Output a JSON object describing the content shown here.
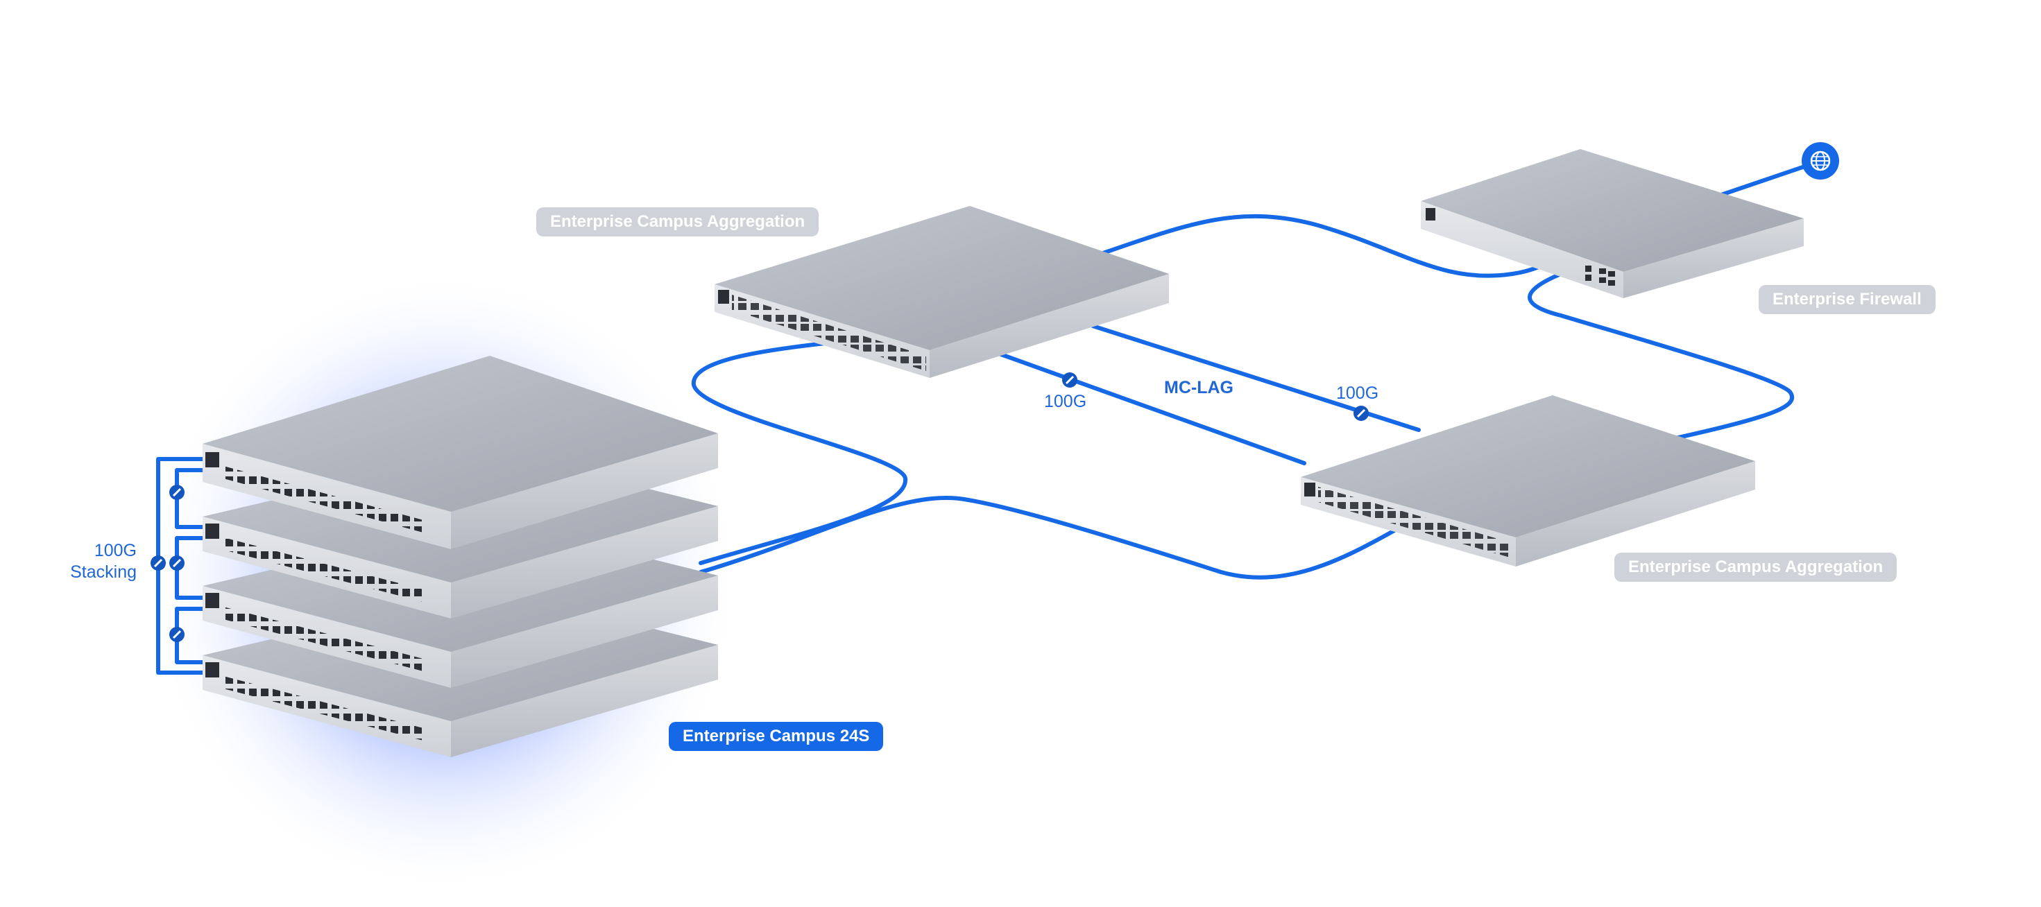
{
  "nodes": {
    "agg_top": {
      "label": "Enterprise Campus Aggregation"
    },
    "agg_bottom": {
      "label": "Enterprise Campus Aggregation"
    },
    "firewall": {
      "label": "Enterprise Firewall"
    },
    "campus_24s": {
      "label": "Enterprise Campus 24S"
    }
  },
  "links": {
    "left_speed": "100G",
    "right_speed": "100G",
    "mclag": "MC-LAG"
  },
  "stacking": {
    "line1": "100G",
    "line2": "Stacking"
  },
  "icons": {
    "internet": "globe-icon",
    "link": "link-icon"
  },
  "colors": {
    "link_blue": "#1669e6",
    "label_grey": "#cfd2d8",
    "label_blue": "#1669e6",
    "glow": "#4d7dff"
  }
}
